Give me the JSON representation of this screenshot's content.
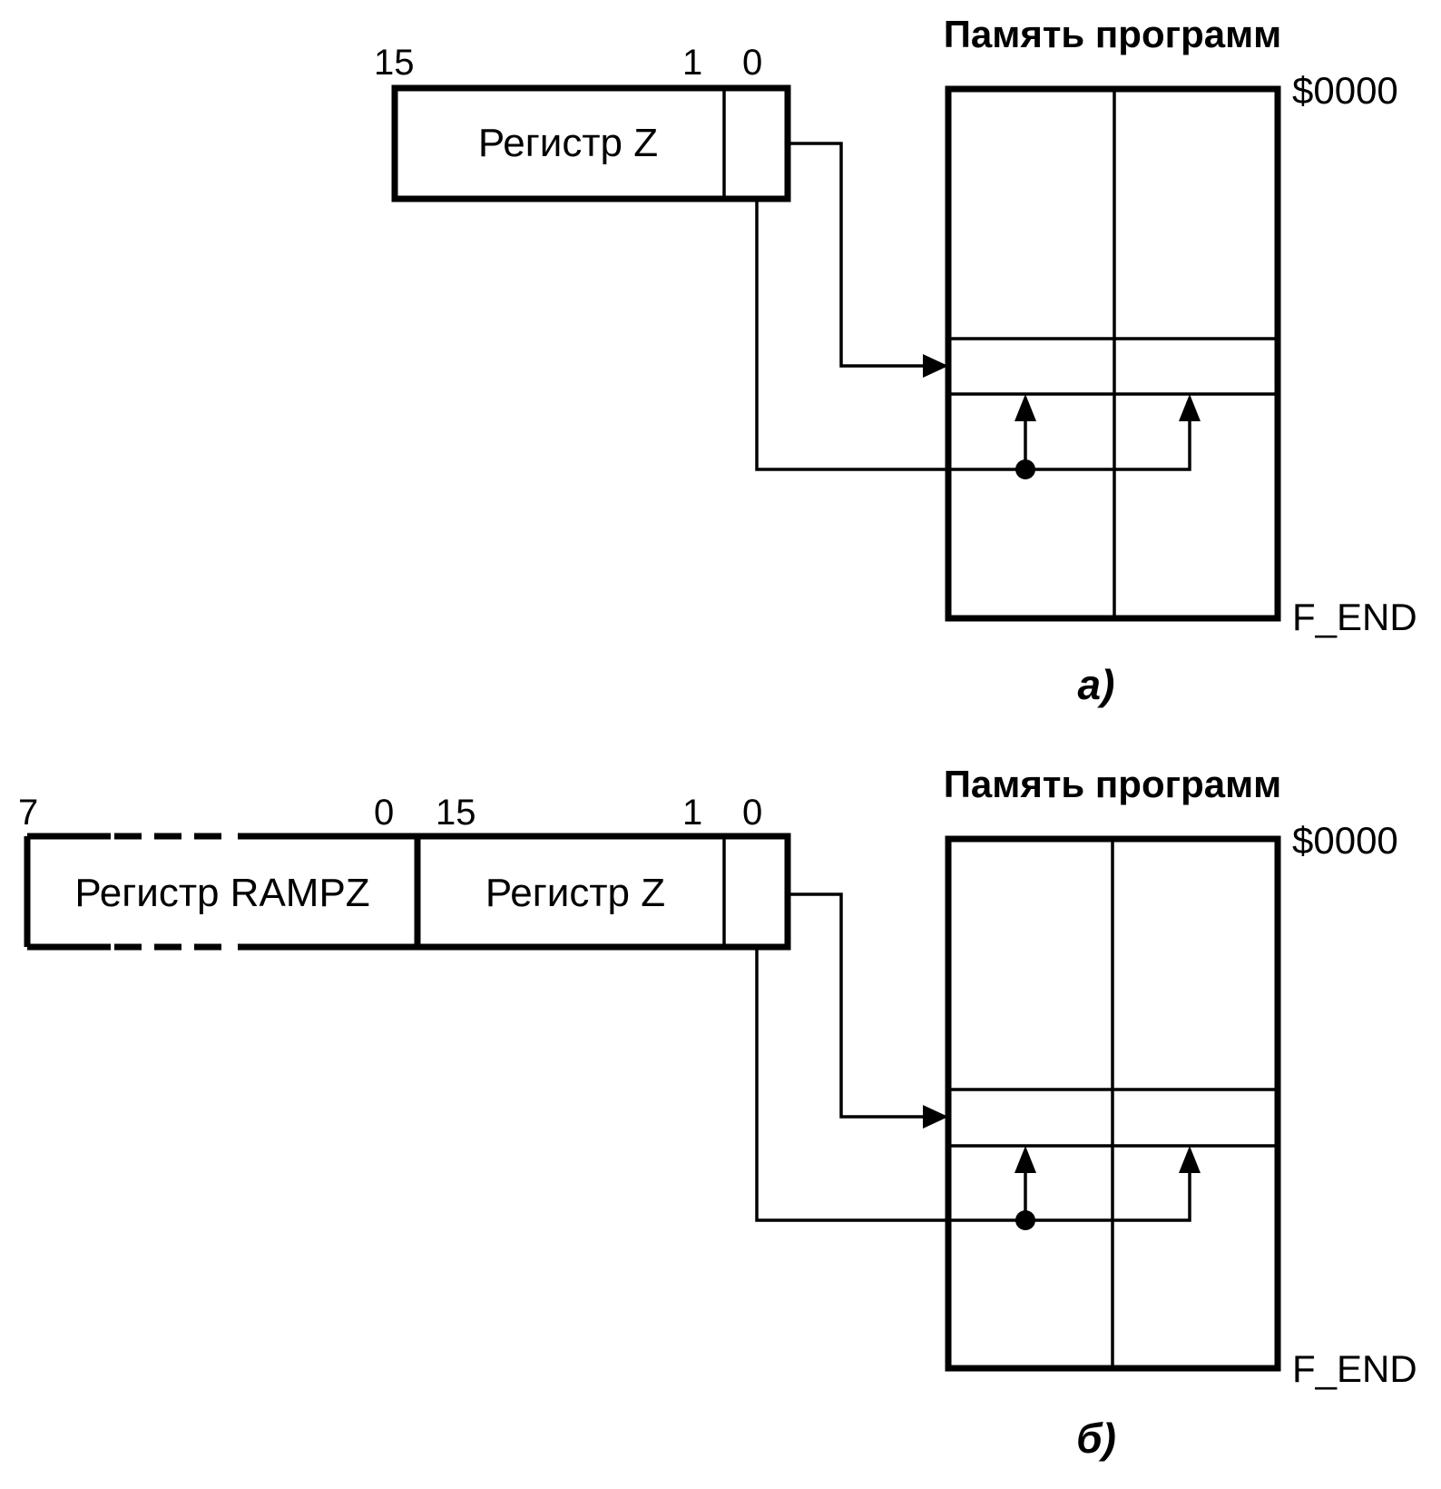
{
  "panel_a": {
    "bits": {
      "hi": "15",
      "one": "1",
      "zero": "0"
    },
    "register_label": "Регистр Z",
    "memory_title": "Память программ",
    "addr_start": "$0000",
    "addr_end": "F_END",
    "caption": "а)"
  },
  "panel_b": {
    "rampz_bits": {
      "hi": "7",
      "lo": "0"
    },
    "rampz_label": "Регистр RAMPZ",
    "bits": {
      "hi": "15",
      "one": "1",
      "zero": "0"
    },
    "register_label": "Регистр Z",
    "memory_title": "Память программ",
    "addr_start": "$0000",
    "addr_end": "F_END",
    "caption": "б)"
  }
}
